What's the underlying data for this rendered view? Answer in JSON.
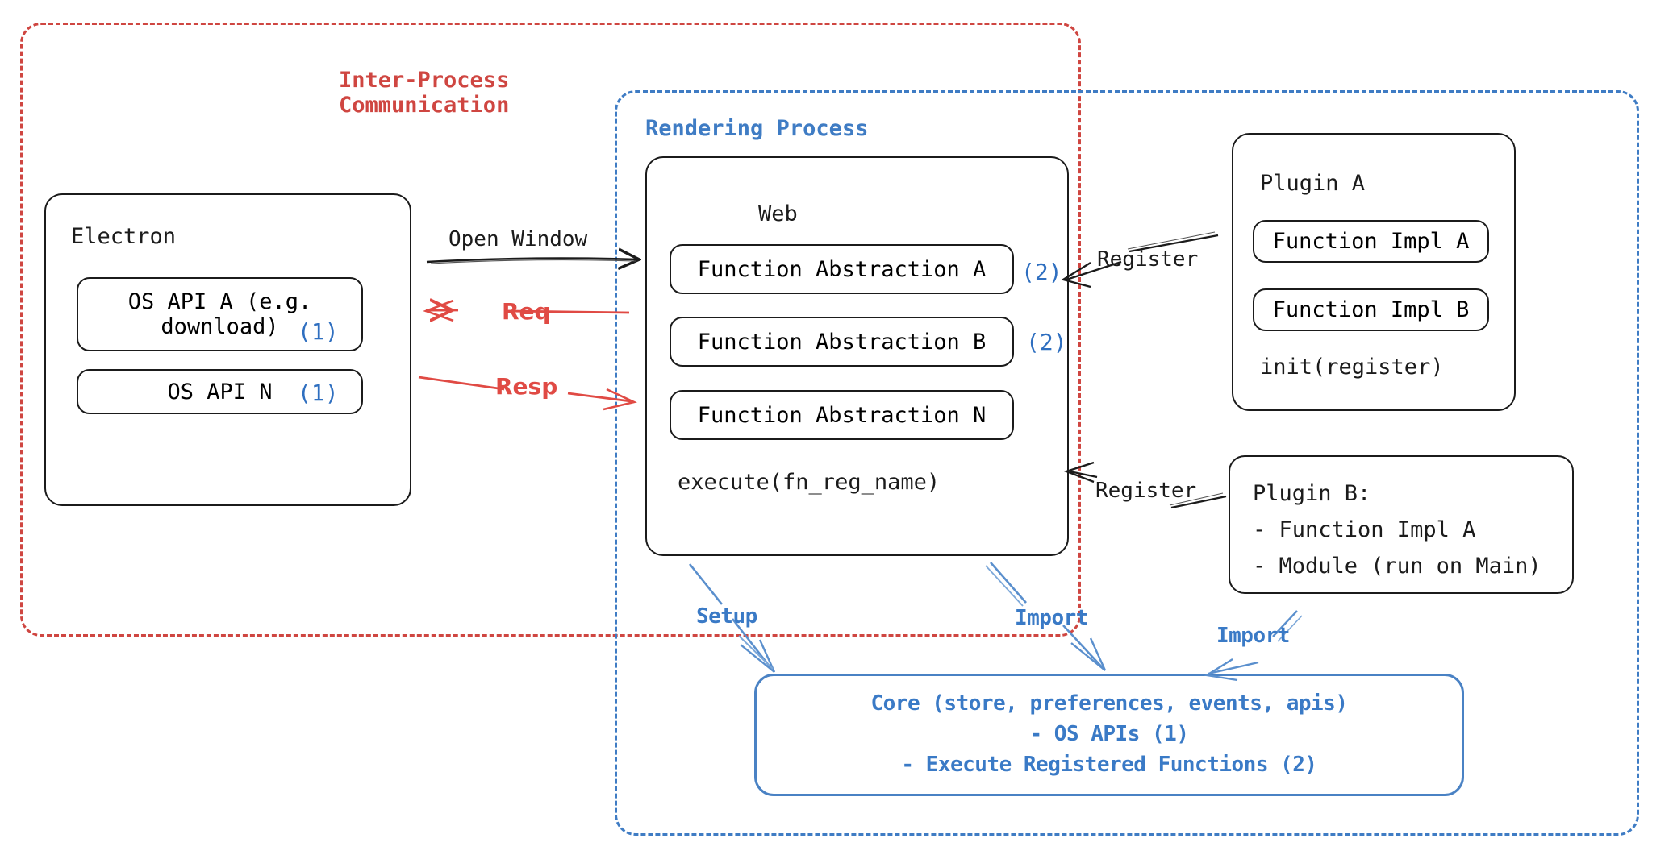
{
  "diagram": {
    "title": "Electron plugin architecture",
    "colors": {
      "ipc_red": "#cf4641",
      "render_blue": "#3f7cc4",
      "core_blue": "#3a7ac6",
      "badge_blue": "#2f6fc0",
      "ink": "#1b1b1b",
      "arrow_red": "#e04a44"
    }
  },
  "regions": {
    "ipc": {
      "label": "Inter-Process\nCommunication"
    },
    "rendering": {
      "label": "Rendering Process"
    }
  },
  "electron": {
    "title": "Electron",
    "apis": [
      {
        "label": "OS API A (e.g.\ndownload)",
        "badge": "(1)"
      },
      {
        "label": "OS API N",
        "badge": "(1)"
      }
    ]
  },
  "web": {
    "title": "Web",
    "abstractions": [
      {
        "label": "Function Abstraction A",
        "badge": "(2)"
      },
      {
        "label": "Function Abstraction B",
        "badge": "(2)"
      },
      {
        "label": "Function Abstraction N",
        "badge": ""
      }
    ],
    "footer": "execute(fn_reg_name)"
  },
  "plugin_a": {
    "title": "Plugin A",
    "items": [
      {
        "label": "Function Impl A"
      },
      {
        "label": "Function Impl B"
      }
    ],
    "footer": "init(register)"
  },
  "plugin_b": {
    "lines": [
      "Plugin B:",
      "- Function Impl A",
      "- Module (run on Main)"
    ]
  },
  "core": {
    "lines": [
      "Core (store, preferences, events, apis)",
      "- OS APIs (1)",
      "- Execute Registered Functions (2)"
    ]
  },
  "edges": [
    {
      "id": "open-window",
      "label": "Open Window",
      "color": "#1b1b1b"
    },
    {
      "id": "req",
      "label": "Req",
      "color": "#e04a44"
    },
    {
      "id": "resp",
      "label": "Resp",
      "color": "#e04a44"
    },
    {
      "id": "register-a",
      "label": "Register",
      "color": "#1b1b1b"
    },
    {
      "id": "register-b",
      "label": "Register",
      "color": "#1b1b1b"
    },
    {
      "id": "setup",
      "label": "Setup",
      "color": "#3a7ac6"
    },
    {
      "id": "import-web",
      "label": "Import",
      "color": "#3a7ac6"
    },
    {
      "id": "import-pluginb",
      "label": "Import",
      "color": "#3a7ac6"
    }
  ]
}
